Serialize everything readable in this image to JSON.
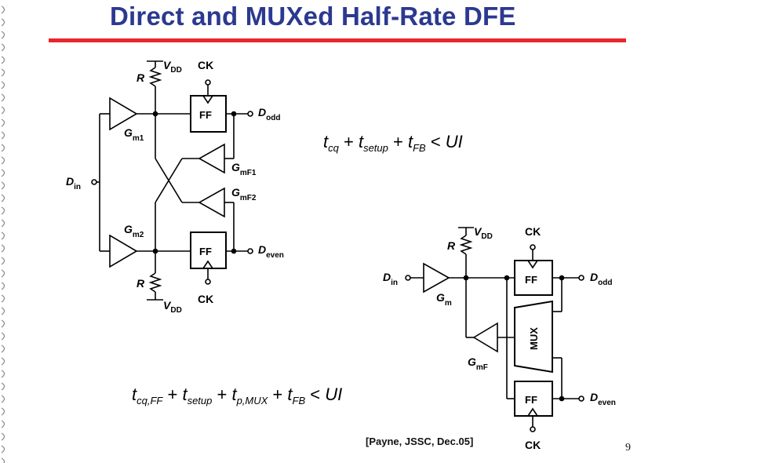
{
  "slide": {
    "title": "Direct and MUXed Half-Rate DFE",
    "citation": "[Payne, JSSC, Dec.05]",
    "page_number": "9",
    "colors": {
      "title": "#2b3990",
      "rule": "#e8262d"
    }
  },
  "direct_dfe": {
    "vdd": "V",
    "vdd_sub": "DD",
    "resistor": "R",
    "clock": "CK",
    "flipflop": "FF",
    "input": "D",
    "input_sub": "in",
    "out_odd": "D",
    "out_odd_sub": "odd",
    "out_even": "D",
    "out_even_sub": "even",
    "gm1": "G",
    "gm1_sub": "m1",
    "gm2": "G",
    "gm2_sub": "m2",
    "gmf1": "G",
    "gmf1_sub": "mF1",
    "gmf2": "G",
    "gmf2_sub": "mF2"
  },
  "muxed_dfe": {
    "vdd": "V",
    "vdd_sub": "DD",
    "resistor": "R",
    "clock": "CK",
    "flipflop": "FF",
    "mux": "MUX",
    "input": "D",
    "input_sub": "in",
    "gm": "G",
    "gm_sub": "m",
    "gmf": "G",
    "gmf_sub": "mF",
    "out_odd": "D",
    "out_odd_sub": "odd",
    "out_even": "D",
    "out_even_sub": "even"
  },
  "equations": {
    "direct": {
      "t1": "t",
      "t1_sub": "cq",
      "t2": "t",
      "t2_sub": "setup",
      "t3": "t",
      "t3_sub": "FB",
      "rhs": "UI"
    },
    "muxed": {
      "t1": "t",
      "t1_sub": "cq,FF",
      "t2": "t",
      "t2_sub": "setup",
      "t3": "t",
      "t3_sub": "p,MUX",
      "t4": "t",
      "t4_sub": "FB",
      "rhs": "UI"
    }
  }
}
